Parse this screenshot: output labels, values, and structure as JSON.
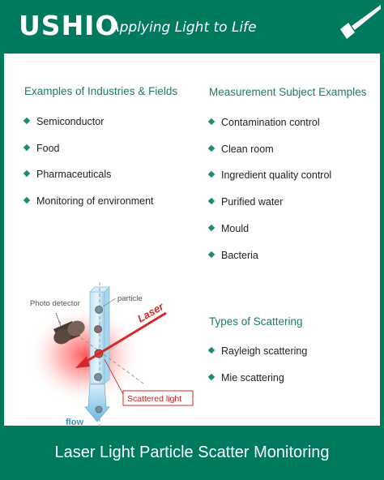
{
  "brand": {
    "logo": "USHIO",
    "tagline": "Applying Light to Life",
    "colors": {
      "primary": "#007a5e",
      "accent_green": "#1f7a66",
      "laser_red": "#d62828"
    }
  },
  "industries": {
    "title": "Examples of Industries & Fields",
    "items": [
      "Semiconductor",
      "Food",
      "Pharmaceuticals",
      "Monitoring of environment"
    ]
  },
  "subjects": {
    "title": "Measurement Subject Examples",
    "items": [
      "Contamination control",
      "Clean room",
      "Ingredient quality control",
      "Purified water",
      "Mould",
      "Bacteria"
    ]
  },
  "scattering": {
    "title": "Types of Scattering",
    "items": [
      "Rayleigh scattering",
      "Mie scattering"
    ]
  },
  "diagram": {
    "photo_detector": "Photo detector",
    "particle": "particle",
    "laser": "Laser",
    "scattered_light": "Scattered light",
    "flow": "flow"
  },
  "footer": {
    "title": "Laser Light Particle Scatter Monitoring"
  }
}
